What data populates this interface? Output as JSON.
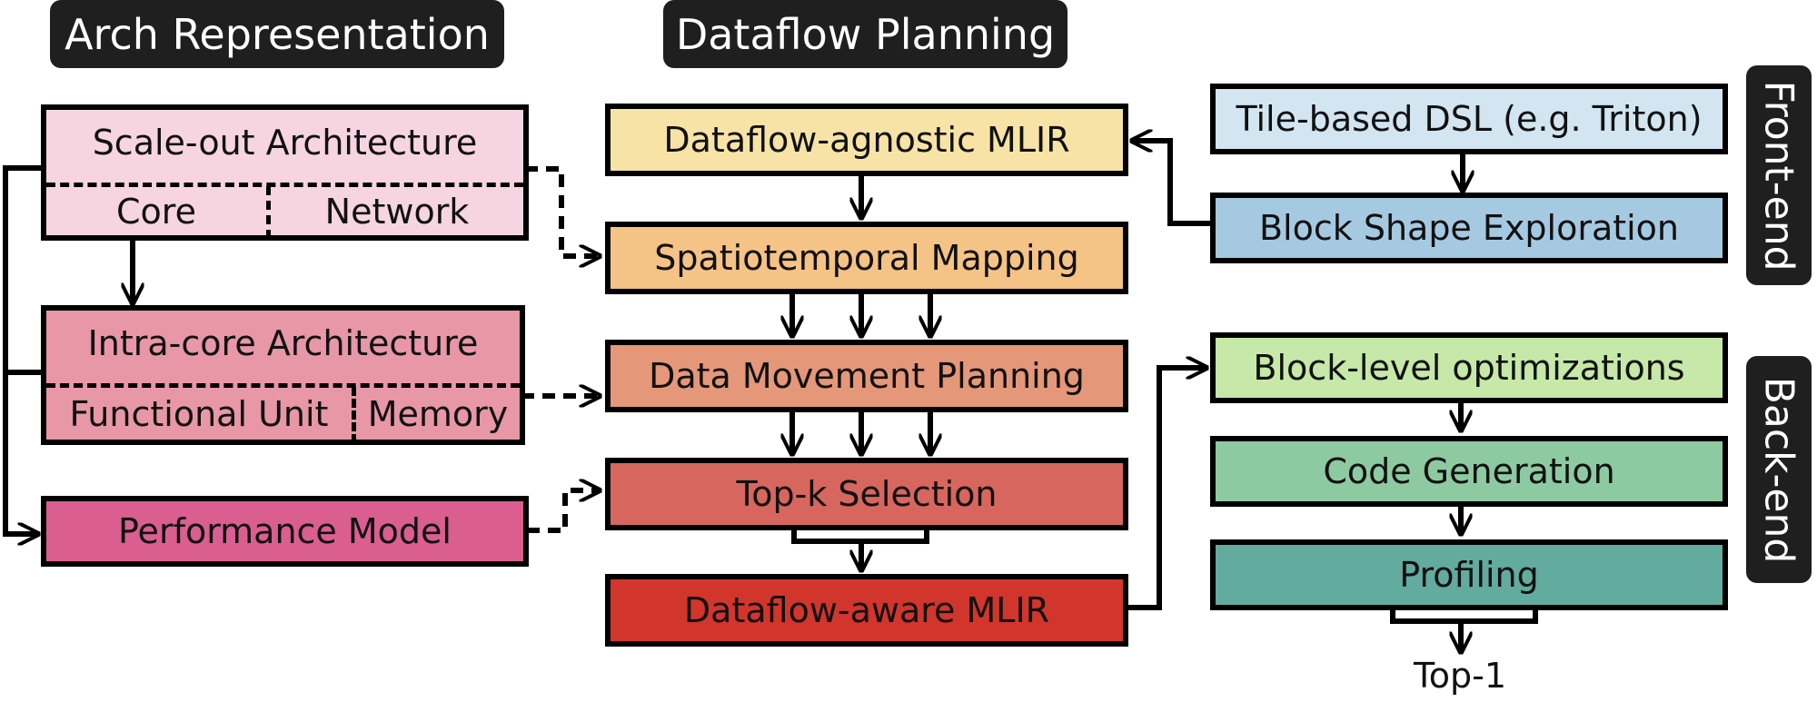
{
  "headers": {
    "arch": "Arch Representation",
    "dataflow": "Dataflow Planning"
  },
  "side_tags": {
    "frontend": "Front-end",
    "backend": "Back-end"
  },
  "arch": {
    "scaleout": {
      "title": "Scale-out Architecture",
      "left": "Core",
      "right": "Network",
      "color": "#f6d5e1"
    },
    "intracore": {
      "title": "Intra-core Architecture",
      "left": "Functional Unit",
      "right": "Memory",
      "color": "#e797a6"
    },
    "perf": {
      "label": "Performance Model",
      "color": "#db5e90"
    }
  },
  "dataflow": {
    "agnostic": {
      "label": "Dataflow-agnostic MLIR",
      "color": "#f8e3a7"
    },
    "mapping": {
      "label": "Spatiotemporal Mapping",
      "color": "#f5c386"
    },
    "movement": {
      "label": "Data Movement Planning",
      "color": "#e5977a"
    },
    "topk": {
      "label": "Top-k Selection",
      "color": "#d6665e"
    },
    "aware": {
      "label": "Dataflow-aware MLIR",
      "color": "#d2352c"
    }
  },
  "frontend": {
    "dsl": {
      "label": "Tile-based DSL (e.g. Triton)",
      "color": "#d2e5f1"
    },
    "block": {
      "label": "Block Shape Exploration",
      "color": "#a6c9e2"
    }
  },
  "backend": {
    "opt": {
      "label": "Block-level optimizations",
      "color": "#c6e8a8"
    },
    "codegen": {
      "label": "Code Generation",
      "color": "#8ecaa1"
    },
    "profiling": {
      "label": "Profiling",
      "color": "#63aa9f"
    },
    "top1": "Top-1"
  }
}
